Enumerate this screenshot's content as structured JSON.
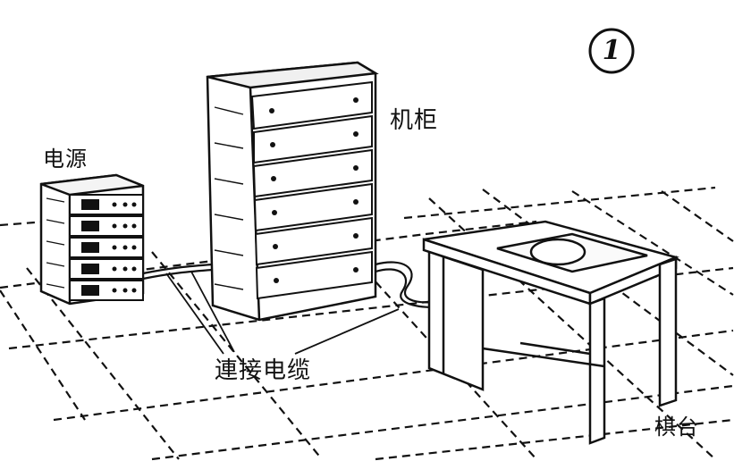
{
  "figure": {
    "badge_number": "1",
    "labels": {
      "power_supply": "电源",
      "cabinet": "机柜",
      "connecting_cable": "連接电缆",
      "console_desk": "棋台"
    }
  },
  "colors": {
    "ink": "#111111",
    "paper": "#ffffff"
  }
}
